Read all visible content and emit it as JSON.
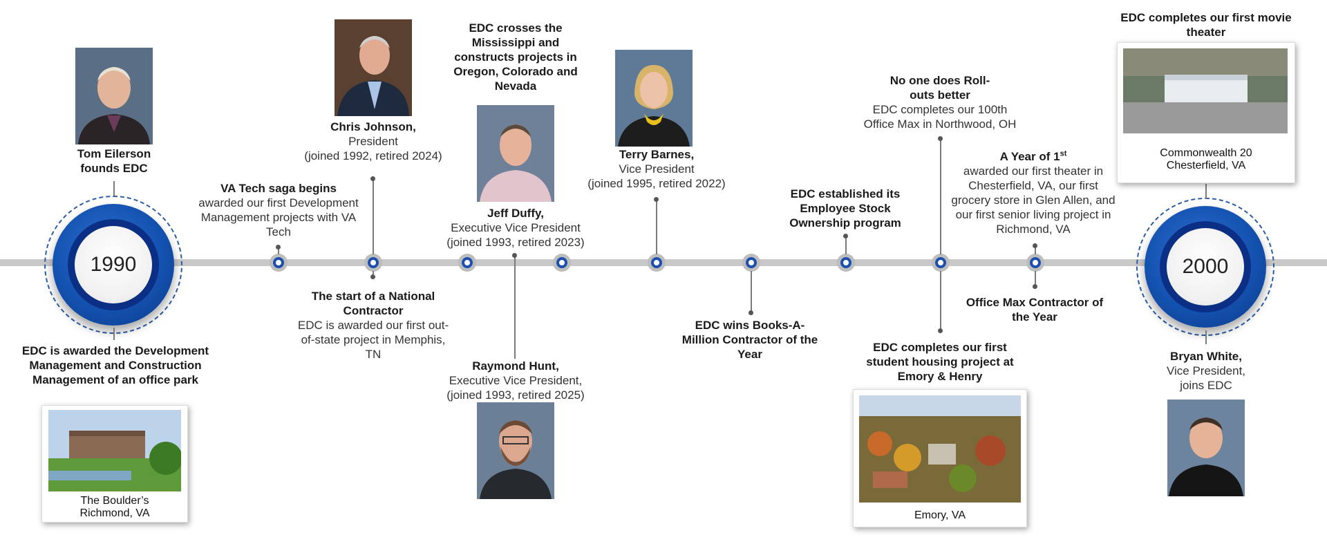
{
  "years": {
    "start": "1990",
    "end": "2000"
  },
  "colors": {
    "accent": "#1d4fae",
    "rail": "#c8c8c8"
  },
  "events": {
    "founder": {
      "title": "Tom Eilerson",
      "line2": "founds EDC"
    },
    "office_park": {
      "title": "EDC is awarded the Development Management and Construction Management of an office park",
      "caption_line1": "The Boulder’s",
      "caption_line2": "Richmond, VA"
    },
    "va_tech": {
      "title": "VA Tech saga begins",
      "body": "awarded our first Development Management projects with VA Tech"
    },
    "national": {
      "title": "The start of a National Contractor",
      "body": "EDC is awarded our first out-of-state project in Memphis, TN"
    },
    "chris": {
      "name": "Chris Johnson,",
      "role": "President",
      "tenure": "(joined 1992, retired 2024)"
    },
    "mississippi": {
      "title": "EDC crosses the Mississippi and constructs projects in Oregon, Colorado and Nevada"
    },
    "jeff": {
      "name": "Jeff Duffy,",
      "role": "Executive Vice President",
      "tenure": "(joined 1993, retired 2023)"
    },
    "raymond": {
      "name": "Raymond Hunt,",
      "role": "Executive Vice President,",
      "tenure": "(joined 1993, retired 2025)"
    },
    "terry": {
      "name": "Terry Barnes,",
      "role": "Vice President",
      "tenure": "(joined 1995, retired 2022)"
    },
    "books": {
      "title": "EDC wins Books-A-Million Contractor of the Year"
    },
    "esop": {
      "title": "EDC established its Employee Stock Ownership program"
    },
    "rollouts": {
      "title": "No one does Roll-outs better",
      "body": "EDC completes our 100th Office Max in Northwood, OH"
    },
    "emory": {
      "title": "EDC completes our first student housing project at Emory & Henry",
      "caption": "Emory, VA"
    },
    "year_firsts": {
      "title": "A Year of 1",
      "sup": "st",
      "body": "awarded our first theater in Chesterfield, VA, our first grocery store in Glen Allen, and our first senior living project in Richmond, VA"
    },
    "office_max": {
      "title": "Office Max Contractor of the Year"
    },
    "theater": {
      "title": "EDC completes our first movie theater",
      "caption_line1": "Commonwealth 20",
      "caption_line2": "Chesterfield, VA"
    },
    "bryan": {
      "name": "Bryan White,",
      "role": "Vice President,",
      "tenure": "joins EDC"
    }
  }
}
